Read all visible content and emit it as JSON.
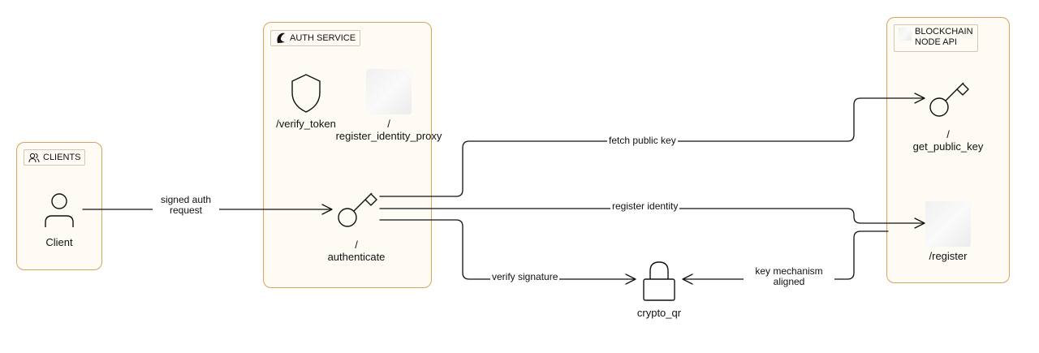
{
  "groups": {
    "clients": {
      "title": "CLIENTS",
      "icon": "users-icon"
    },
    "auth": {
      "title": "AUTH SERVICE",
      "icon": "feather-icon"
    },
    "blockchain": {
      "title_line1": "BLOCKCHAIN",
      "title_line2": "NODE API",
      "icon": "blank-logo"
    }
  },
  "nodes": {
    "client": {
      "label": "Client",
      "icon": "person-icon"
    },
    "verify_token": {
      "label": "/verify_token",
      "icon": "shield-icon"
    },
    "register_identity_proxy": {
      "label_line1": "/",
      "label_line2": "register_identity_proxy",
      "icon": "blank-image"
    },
    "authenticate": {
      "label_line1": "/",
      "label_line2": "authenticate",
      "icon": "key-icon"
    },
    "get_public_key": {
      "label_line1": "/",
      "label_line2": "get_public_key",
      "icon": "key-icon"
    },
    "register": {
      "label": "/register",
      "icon": "blank-image"
    },
    "crypto_qr": {
      "label": "crypto_qr",
      "icon": "lock-icon"
    }
  },
  "edges": {
    "signed_auth": {
      "line1": "signed auth",
      "line2": "request"
    },
    "fetch_key": {
      "label": "fetch public key"
    },
    "register_identity": {
      "label": "register identity"
    },
    "verify_signature": {
      "label": "verify signature"
    },
    "key_mechanism": {
      "line1": "key mechanism",
      "line2": "aligned"
    }
  },
  "colors": {
    "group_border": "#d9a35a",
    "group_fill": "#fdfbf4",
    "line": "#111111"
  }
}
